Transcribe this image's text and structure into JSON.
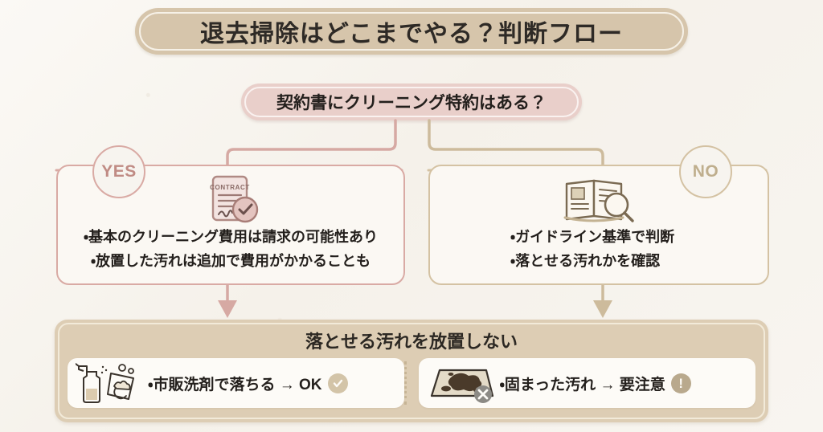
{
  "title": {
    "text": "退去掃除はどこまでやる？判断フロー"
  },
  "question": {
    "text": "契約書にクリーニング特約はある？"
  },
  "branches": [
    {
      "badge": "YES",
      "icon": "contract-document-icon",
      "icon_label": "CONTRACT",
      "items": [
        "・基本のクリーニング費用は請求の可能性あり",
        "・放置した汚れは追加で費用がかかることも"
      ]
    },
    {
      "badge": "NO",
      "icon": "open-book-magnifier-icon",
      "items": [
        "・ガイドライン基準で判断",
        "・落とせる汚れかを確認"
      ]
    }
  ],
  "conclusion": {
    "heading": "落とせる汚れを放置しない",
    "items": [
      {
        "icon": "spray-bottle-cloth-icon",
        "text": "・市販洗剤で落ちる → OK",
        "badge": "check-circle-icon"
      },
      {
        "icon": "stained-floor-icon",
        "text": "・固まった汚れ → 要注意",
        "badge": "exclamation-circle-icon"
      }
    ]
  },
  "colors": {
    "background": "#f7f4ef",
    "title_fill": "#d6c5ab",
    "question_fill": "#e9cfca",
    "yes_accent": "#d9aaa4",
    "no_accent": "#d4c2a3",
    "panel_fill": "#ddcdb4",
    "text": "#231f1c"
  }
}
